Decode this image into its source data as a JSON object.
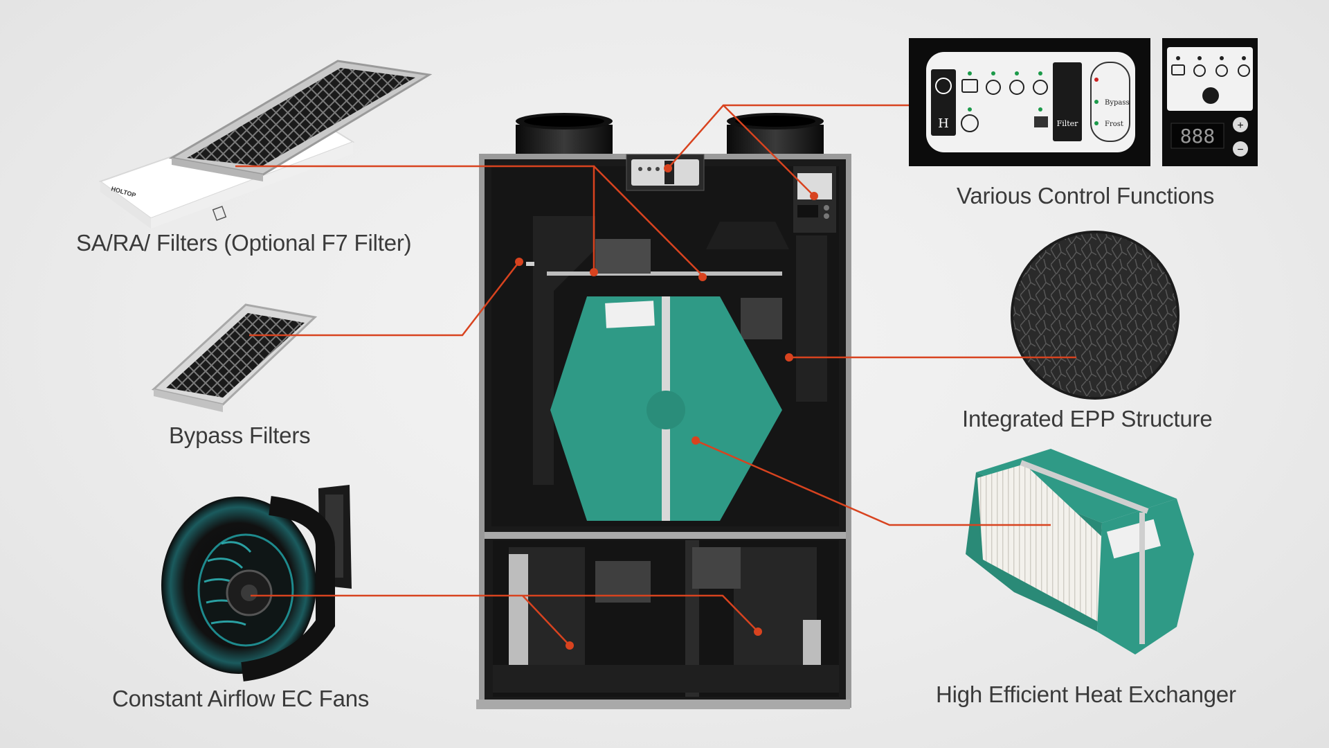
{
  "labels": {
    "filters": "SA/RA/ Filters (Optional F7 Filter)",
    "bypass": "Bypass Filters",
    "fans": "Constant Airflow EC Fans",
    "controls": "Various Control Functions",
    "epp": "Integrated EPP Structure",
    "exchanger": "High Efficient Heat Exchanger"
  },
  "filter_brand": "HOLTOP",
  "panel": {
    "bypass": "Bypass",
    "frost": "Frost",
    "filter": "Filter",
    "h_key": "H",
    "display": "888"
  },
  "colors": {
    "leader": "#d8431f",
    "exchanger": "#2f9a86",
    "cabinet": "#151515",
    "label": "#3a3a3a"
  }
}
